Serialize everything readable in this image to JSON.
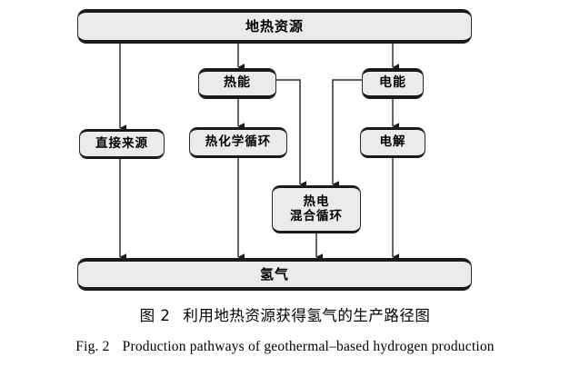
{
  "figure": {
    "caption_cn": {
      "number": "图 2",
      "text": "利用地热资源获得氢气的生产路径图"
    },
    "caption_en": {
      "number": "Fig. 2",
      "text": "Production pathways of geothermal–based hydrogen production"
    }
  },
  "colors": {
    "box_fill": "#ebebeb",
    "box_border": "#2b2b2b",
    "box_accent": "#1a1a1a",
    "connector": "#4a4a4a",
    "arrowhead": "#1a1a1a",
    "background": "#ffffff",
    "text": "#000000"
  },
  "diagram": {
    "type": "flowchart",
    "nodes": [
      {
        "id": "geothermal",
        "label": "地热资源",
        "level": 0
      },
      {
        "id": "thermal-energy",
        "label": "热能",
        "level": 1
      },
      {
        "id": "electric-energy",
        "label": "电能",
        "level": 1
      },
      {
        "id": "direct-source",
        "label": "直接来源",
        "level": 2
      },
      {
        "id": "thermochemical",
        "label": "热化学循环",
        "level": 2
      },
      {
        "id": "electrolysis",
        "label": "电解",
        "level": 2
      },
      {
        "id": "hybrid-cycle",
        "label": "热电\n混合循环",
        "level": 3
      },
      {
        "id": "hydrogen",
        "label": "氢气",
        "level": 4
      }
    ],
    "edges": [
      {
        "from": "geothermal",
        "to": "direct-source",
        "style": "straight"
      },
      {
        "from": "geothermal",
        "to": "thermal-energy",
        "style": "straight"
      },
      {
        "from": "geothermal",
        "to": "electric-energy",
        "style": "straight"
      },
      {
        "from": "thermal-energy",
        "to": "thermochemical",
        "style": "straight"
      },
      {
        "from": "thermal-energy",
        "to": "hybrid-cycle",
        "style": "elbow-right"
      },
      {
        "from": "electric-energy",
        "to": "electrolysis",
        "style": "straight"
      },
      {
        "from": "electric-energy",
        "to": "hybrid-cycle",
        "style": "elbow-left"
      },
      {
        "from": "direct-source",
        "to": "hydrogen",
        "style": "straight"
      },
      {
        "from": "thermochemical",
        "to": "hydrogen",
        "style": "straight"
      },
      {
        "from": "hybrid-cycle",
        "to": "hydrogen",
        "style": "straight"
      },
      {
        "from": "electrolysis",
        "to": "hydrogen",
        "style": "straight"
      }
    ]
  }
}
